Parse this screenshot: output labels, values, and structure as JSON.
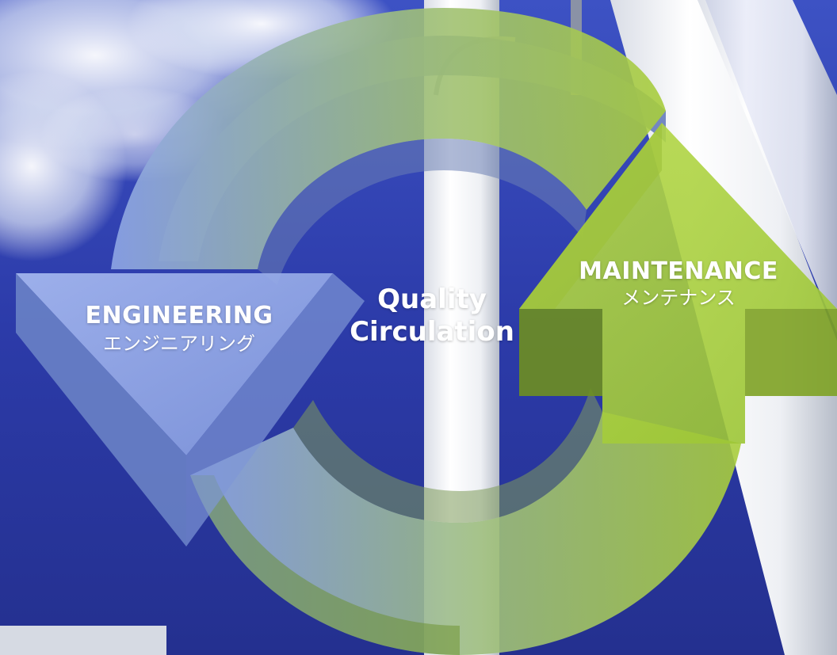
{
  "diagram": {
    "center": {
      "line1": "Quality",
      "line2": "Circulation"
    },
    "left_arrow": {
      "label_en": "ENGINEERING",
      "label_jp": "エンジニアリング"
    },
    "right_arrow": {
      "label_en": "MAINTENANCE",
      "label_jp": "メンテナンス"
    }
  },
  "colors": {
    "sky": "#2b3aa8",
    "sky_light": "#4a5fc8",
    "blue_arrow": "#8ea6e6",
    "blue_arrow_shade": "#6d86c8",
    "green_arrow": "#a8cd3c",
    "green_arrow_shade": "#7ea224",
    "text": "#ffffff"
  }
}
